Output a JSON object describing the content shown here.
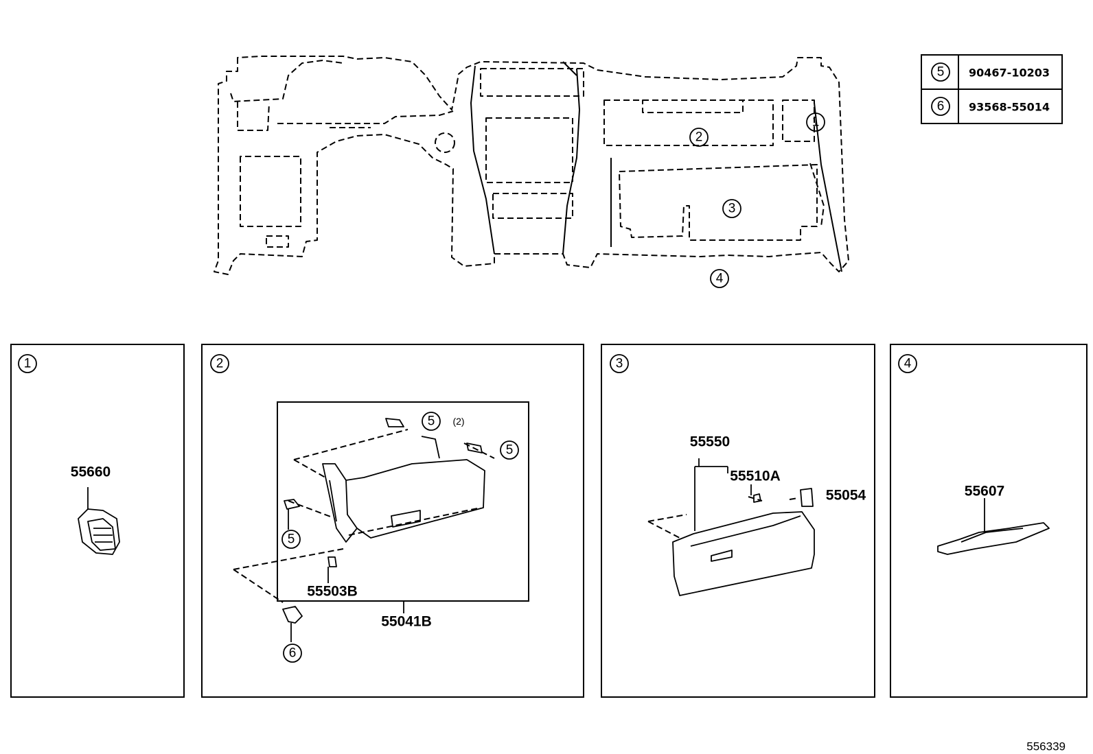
{
  "legend": [
    {
      "ref": "5",
      "part": "90467-10203"
    },
    {
      "ref": "6",
      "part": "93568-55014"
    }
  ],
  "overview": {
    "callouts": [
      "1",
      "2",
      "3",
      "4"
    ]
  },
  "panels": [
    {
      "ref": "1",
      "parts": [
        "55660"
      ]
    },
    {
      "ref": "2",
      "parts": [
        "55503B",
        "55041B"
      ],
      "callouts": [
        "5",
        "5",
        "5",
        "6"
      ],
      "qty": "(2)"
    },
    {
      "ref": "3",
      "parts": [
        "55550",
        "55510A",
        "55054"
      ]
    },
    {
      "ref": "4",
      "parts": [
        "55607"
      ]
    }
  ],
  "footer": {
    "code": "556339"
  }
}
